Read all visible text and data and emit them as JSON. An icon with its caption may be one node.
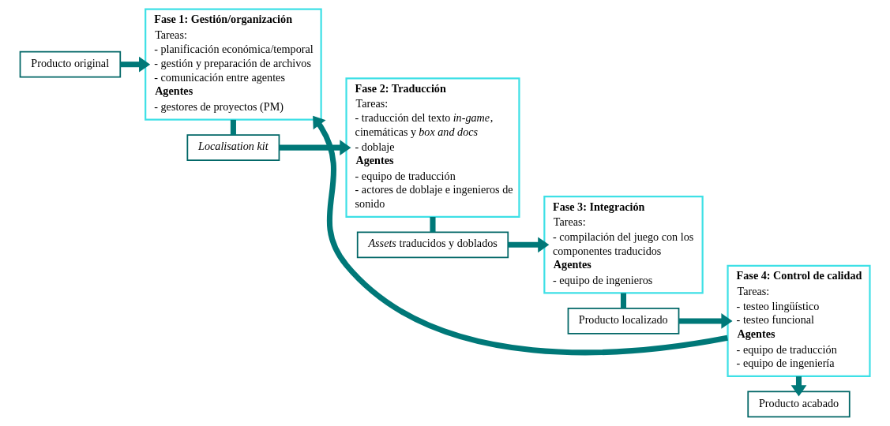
{
  "diagram": {
    "nodes": [
      {
        "text": [
          "Producto original"
        ]
      },
      {
        "text": [
          "Fase 1: Gestión/organización",
          "Tareas:",
          "- planificación económica/temporal",
          "- gestión y preparación de archivos",
          "- comunicación entre agentes",
          "Agentes",
          "- gestores de proyectos (PM)"
        ]
      },
      {
        "text": [
          "*Localisation kit*"
        ]
      },
      {
        "text": [
          "Fase 2: Traducción",
          "Tareas:",
          "- traducción del texto *in-game*, cinemáticas y *box and docs*",
          "- doblaje",
          "Agentes",
          "- equipo de traducción",
          "- actores de doblaje e ingenieros de sonido"
        ]
      },
      {
        "text": [
          "*Assets* traducidos y doblados"
        ]
      },
      {
        "text": [
          "Fase 3: Integración",
          "Tareas:",
          "- compilación del juego con los componentes traducidos",
          "Agentes",
          "- equipo de ingenieros"
        ]
      },
      {
        "text": [
          "Producto localizado"
        ]
      },
      {
        "text": [
          "Fase 4: Control de calidad",
          "Tareas:",
          "- testeo lingüístico",
          "- testeo funcional",
          "Agentes",
          "- equipo de traducción",
          "- equipo de ingeniería"
        ]
      },
      {
        "text": [
          "Producto acabado"
        ]
      }
    ],
    "edges": [
      {
        "from": 0,
        "to": 1,
        "arrow": "to"
      },
      {
        "from": 1,
        "to": 2,
        "arrow": "none"
      },
      {
        "from": 2,
        "to": 3,
        "arrow": "to"
      },
      {
        "from": 3,
        "to": 4,
        "arrow": "none"
      },
      {
        "from": 4,
        "to": 5,
        "arrow": "to"
      },
      {
        "from": 5,
        "to": 6,
        "arrow": "none"
      },
      {
        "from": 6,
        "to": 7,
        "arrow": "to"
      },
      {
        "from": 7,
        "to": 1,
        "arrow": "to"
      },
      {
        "from": 7,
        "to": 8,
        "arrow": "to"
      }
    ]
  }
}
